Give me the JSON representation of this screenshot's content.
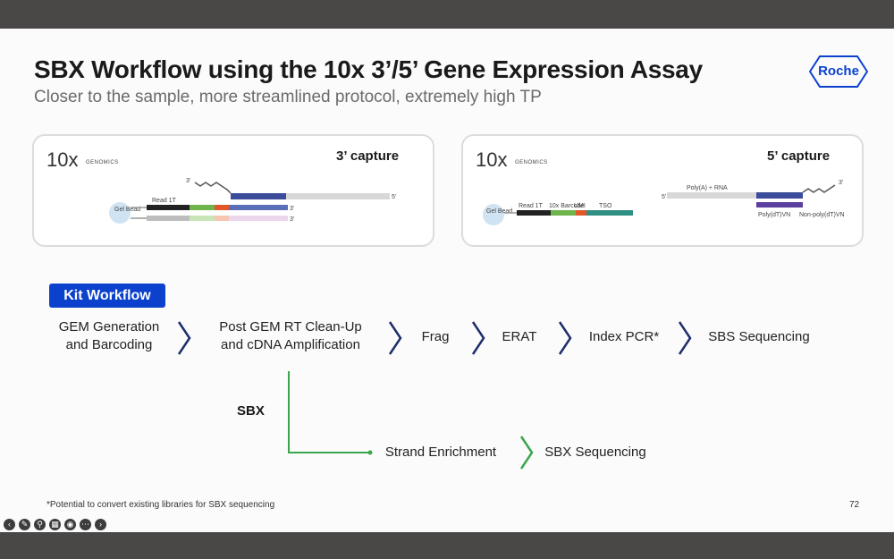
{
  "slide": {
    "title": "SBX Workflow using the 10x 3’/5’ Gene Expression Assay",
    "subtitle": "Closer to the sample, more streamlined protocol, extremely high TP",
    "logo": "Roche",
    "page_number": "72",
    "footnote": "*Potential to convert existing libraries for SBX sequencing"
  },
  "cards": {
    "left": {
      "brand": "10x",
      "brand_small": "GENOMICS",
      "capture_label": "3’ capture",
      "read_label": "Read 1T",
      "bead_label": "Gel Bead",
      "end_3a": "3’",
      "end_3b": "3’",
      "end_5": "5’",
      "end_3top": "3’"
    },
    "right": {
      "brand": "10x",
      "brand_small": "GENOMICS",
      "capture_label": "5’ capture",
      "read_label": "Read 1T",
      "barcode_label": "10x Barcode",
      "umi_label": "UMI",
      "tso_label": "TSO",
      "bead_label": "Gel Bead",
      "polya_label": "Poly(A) + RNA",
      "polydt_label": "Poly(dT)VN",
      "nonpolydt_label": "Non-poly(dT)VN",
      "end_5": "5’",
      "end_3": "3’"
    }
  },
  "workflow": {
    "kit_label": "Kit Workflow",
    "steps": [
      {
        "line1": "GEM Generation",
        "line2": "and Barcoding"
      },
      {
        "line1": "Post GEM RT Clean-Up",
        "line2": "and cDNA Amplification"
      },
      {
        "line1": "Frag"
      },
      {
        "line1": "ERAT"
      },
      {
        "line1": "Index PCR*"
      },
      {
        "line1": "SBS Sequencing"
      }
    ],
    "sbx_label": "SBX",
    "sbx_steps": [
      {
        "line1": "Strand Enrichment"
      },
      {
        "line1": "SBX Sequencing"
      }
    ]
  },
  "colors": {
    "roche_blue": "#0b41cd",
    "chevron": "#1e2d6b",
    "branch_green": "#3aa64c"
  },
  "toolbar_icons": [
    "back-icon",
    "pen-icon",
    "zoom-icon",
    "grid-icon",
    "camera-icon",
    "more-icon",
    "forward-icon"
  ]
}
